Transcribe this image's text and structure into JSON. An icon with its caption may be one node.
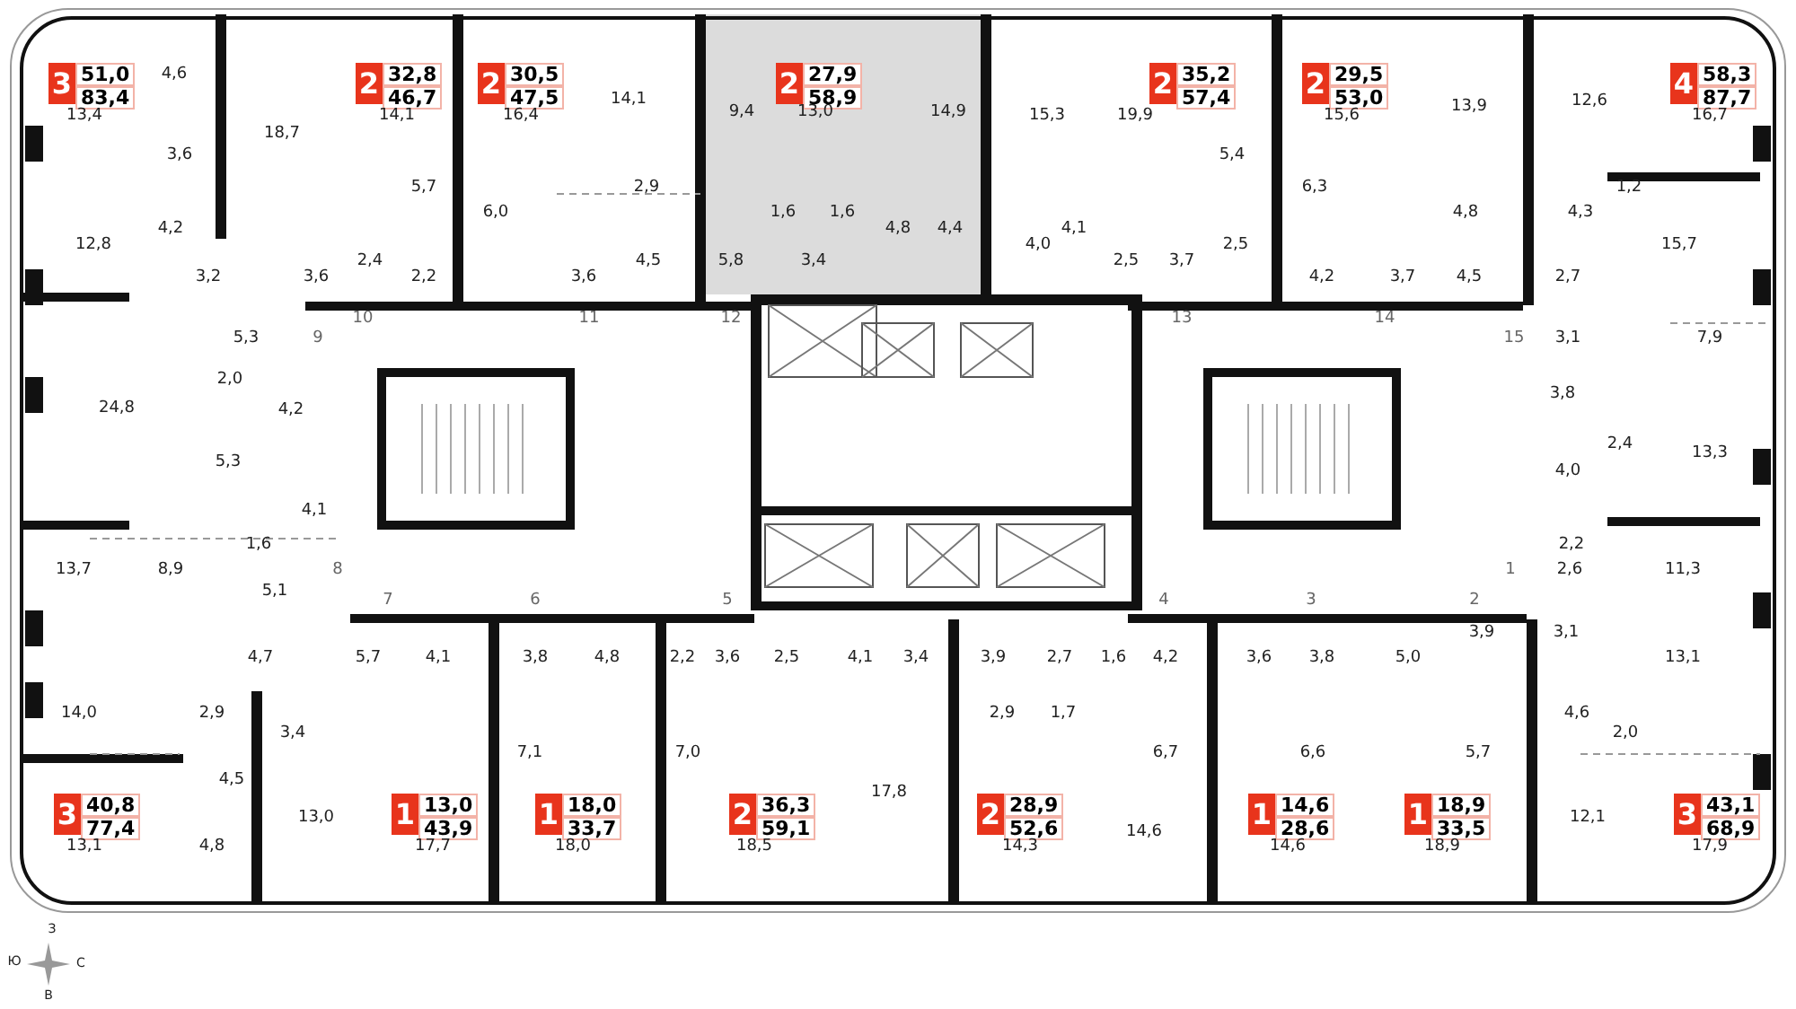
{
  "diagram": {
    "nodes": [
      {
        "text": [
          "3",
          "51,0",
          "83,4"
        ]
      },
      {
        "text": [
          "2",
          "32,8",
          "46,7"
        ]
      },
      {
        "text": [
          "2",
          "30,5",
          "47,5"
        ]
      },
      {
        "text": [
          "2",
          "27,9",
          "58,9"
        ]
      },
      {
        "text": [
          "2",
          "35,2",
          "57,4"
        ]
      },
      {
        "text": [
          "2",
          "29,5",
          "53,0"
        ]
      },
      {
        "text": [
          "4",
          "58,3",
          "87,7"
        ]
      },
      {
        "text": [
          "3",
          "40,8",
          "77,4"
        ]
      },
      {
        "text": [
          "1",
          "13,0",
          "43,9"
        ]
      },
      {
        "text": [
          "1",
          "18,0",
          "33,7"
        ]
      },
      {
        "text": [
          "2",
          "36,3",
          "59,1"
        ]
      },
      {
        "text": [
          "2",
          "28,9",
          "52,6"
        ]
      },
      {
        "text": [
          "1",
          "14,6",
          "28,6"
        ]
      },
      {
        "text": [
          "1",
          "18,9",
          "33,5"
        ]
      },
      {
        "text": [
          "3",
          "43,1",
          "68,9"
        ]
      }
    ],
    "labels": [
      "4,6",
      "13,4",
      "18,7",
      "14,1",
      "16,4",
      "14,1",
      "9,4",
      "13,0",
      "14,9",
      "15,3",
      "19,9",
      "15,6",
      "13,9",
      "12,6",
      "16,7",
      "3,6",
      "5,4",
      "5,7",
      "2,9",
      "6,3",
      "1,2",
      "6,0",
      "1,6",
      "1,6",
      "4,8",
      "4,3",
      "4,2",
      "4,8",
      "4,4",
      "4,1",
      "12,8",
      "4,0",
      "2,5",
      "15,7",
      "2,4",
      "4,5",
      "5,8",
      "3,4",
      "2,5",
      "3,7",
      "3,2",
      "3,6",
      "2,2",
      "3,6",
      "4,2",
      "3,7",
      "4,5",
      "2,7",
      "10",
      "11",
      "12",
      "13",
      "14",
      "5,3",
      "9",
      "15",
      "3,1",
      "7,9",
      "2,0",
      "3,8",
      "24,8",
      "4,2",
      "2,4",
      "13,3",
      "5,3",
      "4,0",
      "4,1",
      "1,6",
      "2,2",
      "13,7",
      "8,9",
      "8",
      "1",
      "2,6",
      "11,3",
      "5,1",
      "7",
      "6",
      "5",
      "4",
      "3",
      "2",
      "3,9",
      "3,1",
      "4,7",
      "5,7",
      "4,1",
      "3,8",
      "4,8",
      "2,2",
      "3,6",
      "2,5",
      "4,1",
      "3,4",
      "3,9",
      "2,7",
      "1,6",
      "4,2",
      "3,6",
      "3,8",
      "5,0",
      "13,1",
      "14,0",
      "2,9",
      "2,9",
      "1,7",
      "4,6",
      "3,4",
      "2,0",
      "7,1",
      "7,0",
      "6,7",
      "6,6",
      "5,7",
      "4,5",
      "17,8",
      "13,0",
      "12,1",
      "14,6",
      "13,1",
      "4,8",
      "17,7",
      "18,0",
      "18,5",
      "14,3",
      "14,6",
      "18,9",
      "17,9",
      "З",
      "Ю",
      "С",
      "В"
    ]
  }
}
